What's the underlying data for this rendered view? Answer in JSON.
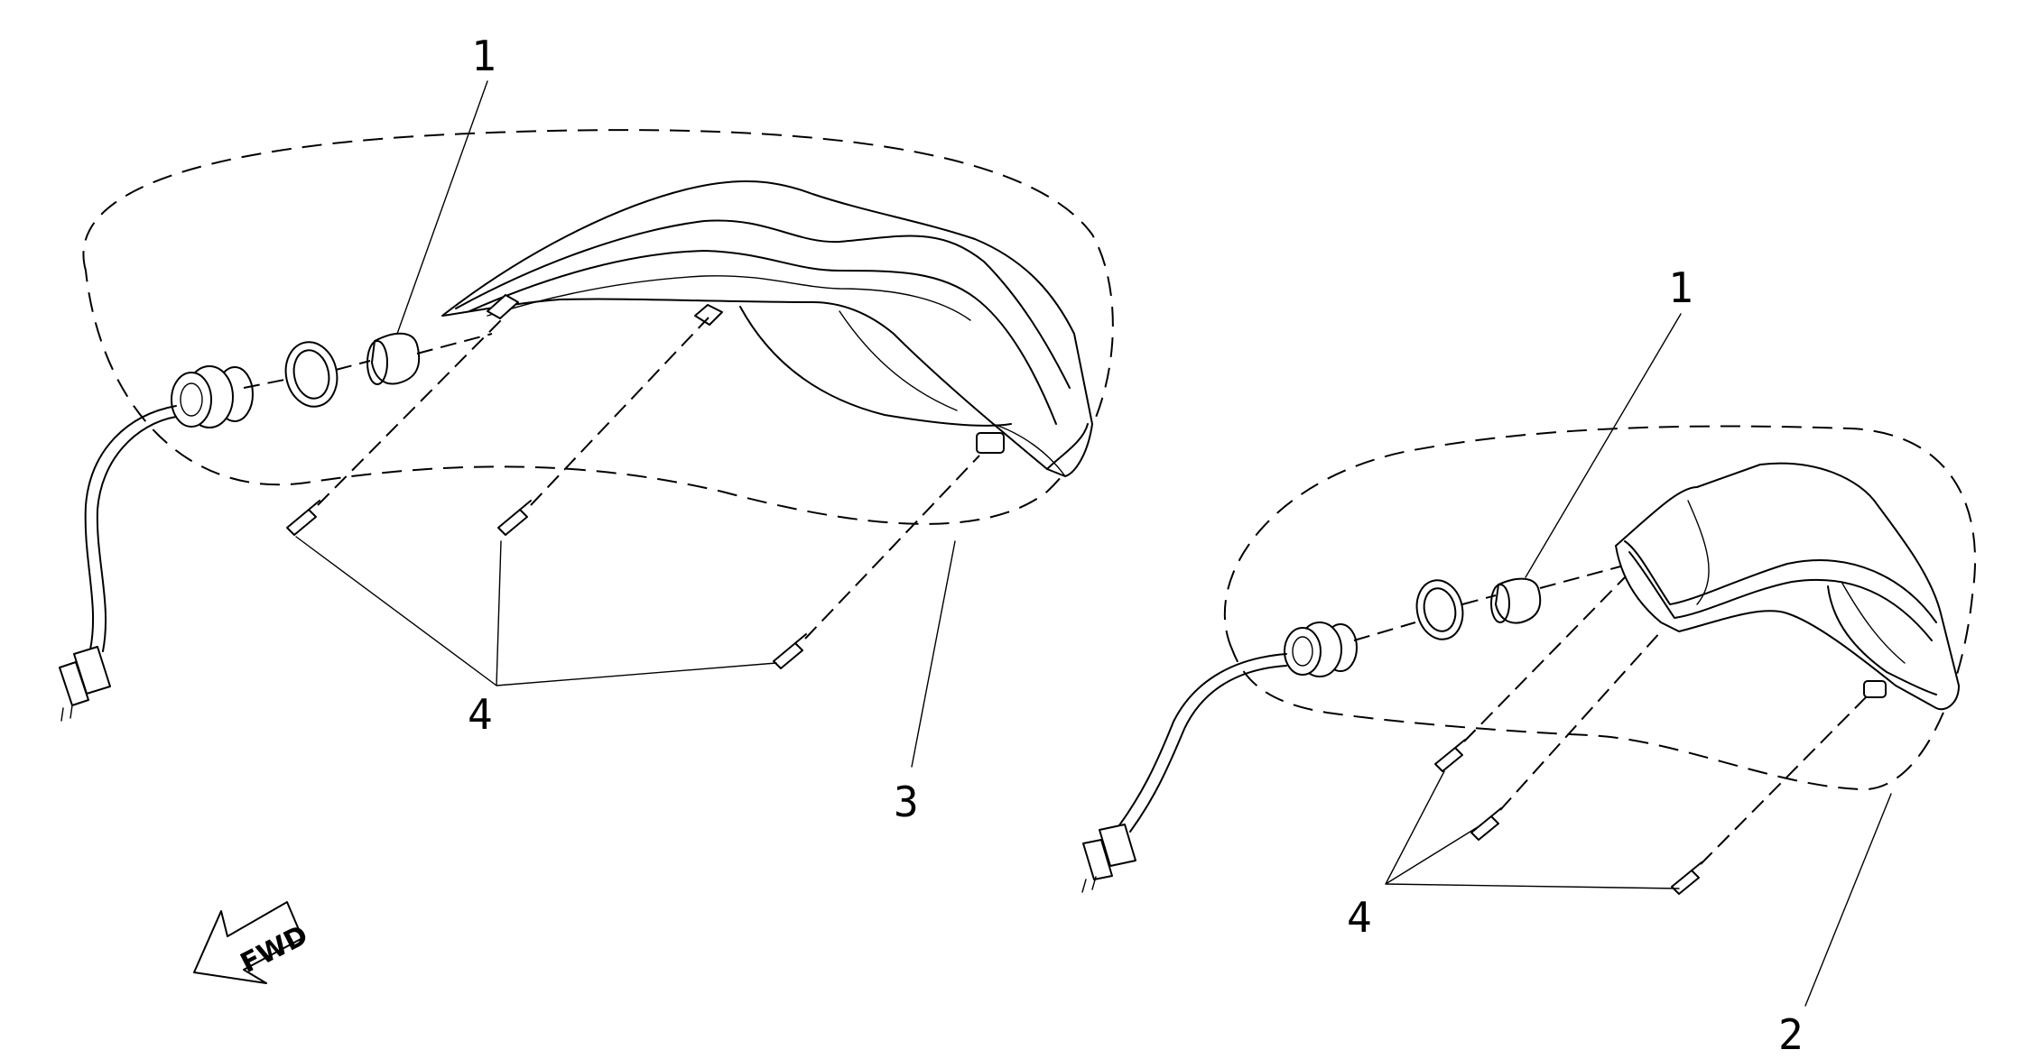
{
  "diagram": {
    "callouts": [
      {
        "id": "left-1",
        "text": "1"
      },
      {
        "id": "left-3",
        "text": "3"
      },
      {
        "id": "left-4",
        "text": "4"
      },
      {
        "id": "right-1",
        "text": "1"
      },
      {
        "id": "right-2",
        "text": "2"
      },
      {
        "id": "right-4",
        "text": "4"
      }
    ],
    "forward_arrow": {
      "text": "FWD"
    },
    "colors": {
      "ink": "#000000",
      "paper": "#ffffff"
    }
  }
}
